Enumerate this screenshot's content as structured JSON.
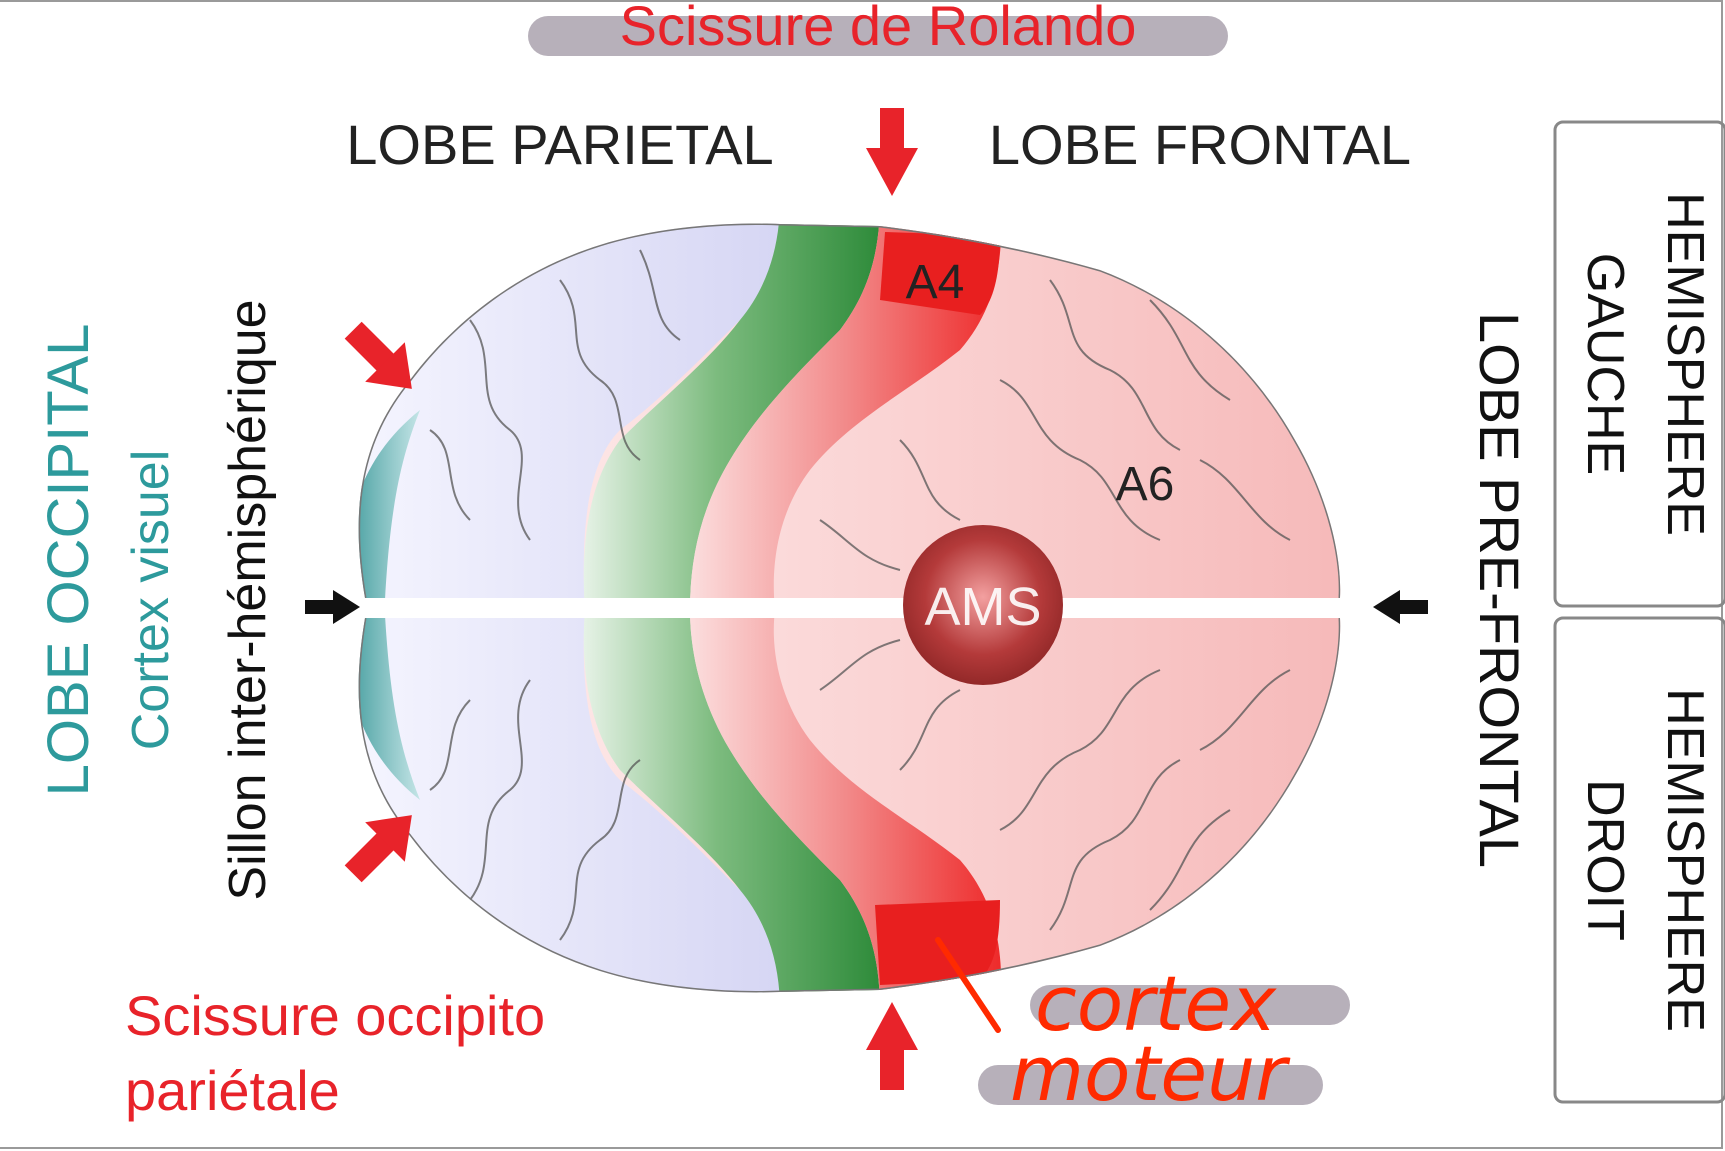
{
  "labels": {
    "rolando": "Scissure de Rolando",
    "lobe_parietal": "LOBE PARIETAL",
    "lobe_frontal": "LOBE FRONTAL",
    "lobe_occipital": "LOBE OCCIPITAL",
    "cortex_visuel": "Cortex visuel",
    "sillon": "Sillon inter-hémisphérique",
    "occipito_line1": "Scissure occipito",
    "occipito_line2": "pariétale",
    "lobe_prefrontal": "LOBE PRE-FRONTAL",
    "hemi_gauche_line1": "HEMISPHERE",
    "hemi_gauche_line2": "GAUCHE",
    "hemi_droit_line1": "HEMISPHERE",
    "hemi_droit_line2": "DROIT",
    "a4": "A4",
    "a6": "A6",
    "ams": "AMS",
    "cortex": "cortex",
    "moteur": "moteur"
  },
  "colors": {
    "red_label": "#e8232a",
    "occipital": "#2d9a9c",
    "arrow_red": "#e8232a",
    "parietal": "#dcdcf6",
    "green": "#2e8b3a",
    "motor": "#ee2a2a",
    "premotor": "#f6c1c1",
    "ams": "#9c2a2a",
    "highlight": "#b7b0ba",
    "handwriting": "#ff2a00"
  }
}
